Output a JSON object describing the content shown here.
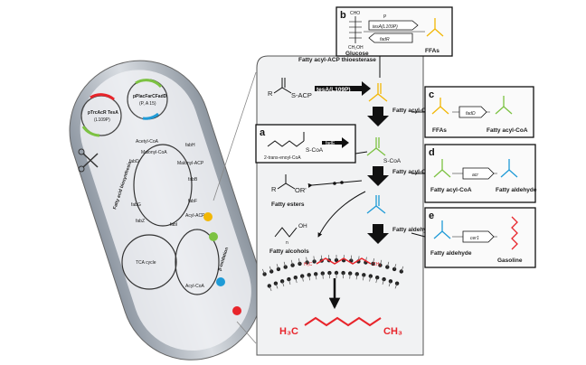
{
  "cell": {
    "plasmids": [
      {
        "name": "pTrcAcR TesA",
        "detail": "(L109P)"
      },
      {
        "name": "pPlacFarCFadD",
        "detail": "(P, A 15)"
      }
    ],
    "labels": [
      "Acetyl-CoA",
      "Malonyl-CoA",
      "Malonyl-ACP",
      "fabD",
      "fabH",
      "fabB",
      "fabF",
      "fabG",
      "fabZ",
      "fabI",
      "Acyl-ACP",
      "TCA cycle",
      "Fatty acid biosynthesis",
      "β-oxidation",
      "Acyl-CoA"
    ]
  },
  "main": {
    "substrate": "S-ACP",
    "substrate_r": "R",
    "enzyme_tesa": "tesA(L109P)",
    "thioesterase_label": "Fatty acyl-ACP thioesterase",
    "synthetase_label": "Fatty acyl-CoA synthetase",
    "reductase_label": "Fatty acyl-CoA reductase",
    "decarbonylase_label": "Fatty aldehyde decarbonylase",
    "scoa": "S-CoA",
    "esters_label": "Fatty esters",
    "ester_or": "OR'",
    "alcohols_label": "Fatty alcohols",
    "oh": "OH",
    "n": "n",
    "product_left": "H₃C",
    "product_right": "CH₃",
    "alkane_left": "H₃C",
    "alkane_right": "CH₃"
  },
  "panel_a": {
    "letter": "a",
    "molecule": "S-CoA",
    "enzyme": "fadE",
    "caption": "2-trans-enoyl-CoA"
  },
  "panel_b": {
    "letter": "b",
    "cho": "CHO",
    "ch2oh": "CH₂OH",
    "glucose": "Glucose",
    "ffas": "FFAs",
    "gene1": "tesA(L109P)",
    "gene2": "fadR",
    "promoter": "P"
  },
  "panel_c": {
    "letter": "c",
    "gene": "fadD",
    "left": "FFAs",
    "right": "Fatty acyl-CoA"
  },
  "panel_d": {
    "letter": "d",
    "gene": "acr",
    "left": "Fatty acyl-CoA",
    "right": "Fatty aldehyde"
  },
  "panel_e": {
    "letter": "e",
    "gene": "cer1",
    "left": "Fatty aldehyde",
    "right": "Gasoline"
  },
  "colors": {
    "yellow": "#f2b705",
    "green": "#7cc242",
    "blue": "#1f9bd7",
    "red": "#e8252b",
    "black": "#111111"
  }
}
